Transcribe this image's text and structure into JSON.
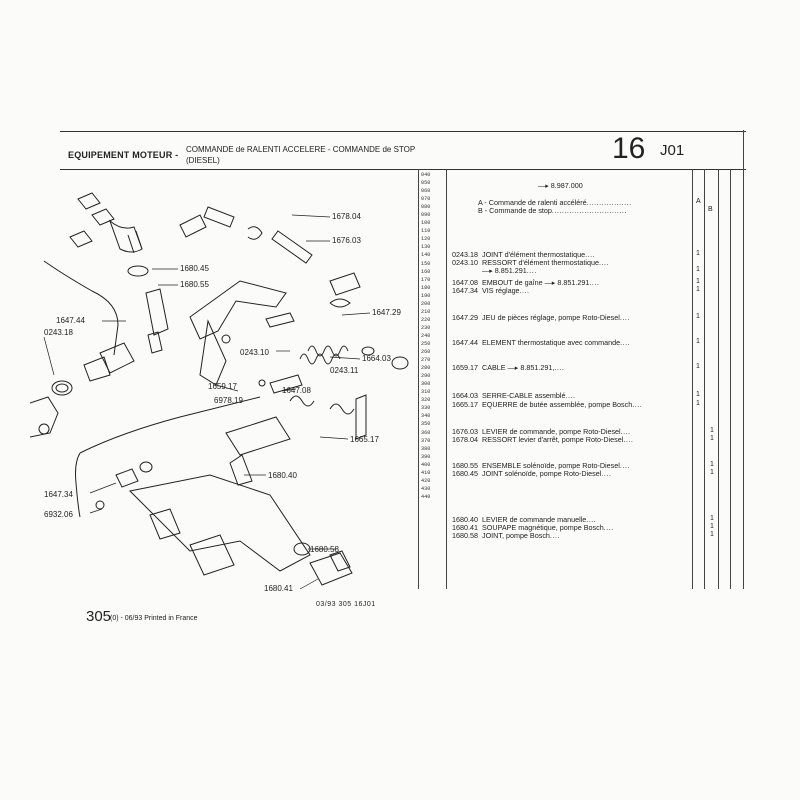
{
  "header": {
    "section": "EQUIPEMENT MOTEUR -",
    "title_line1": "COMMANDE de RALENTI ACCELERE - COMMANDE de STOP",
    "title_line2": "(DIESEL)",
    "page_number": "16",
    "page_code": "J01"
  },
  "row_numbers": [
    "040",
    "050",
    "060",
    "070",
    "080",
    "090",
    "100",
    "110",
    "120",
    "130",
    "140",
    "150",
    "160",
    "170",
    "180",
    "190",
    "200",
    "210",
    "220",
    "230",
    "240",
    "250",
    "260",
    "270",
    "280",
    "290",
    "300",
    "310",
    "320",
    "330",
    "340",
    "350",
    "360",
    "370",
    "380",
    "390",
    "400",
    "410",
    "420",
    "430",
    "440"
  ],
  "columns": {
    "a": "A",
    "b": "B"
  },
  "intro": {
    "ref_line": "8.987.000",
    "line_a": "A - Commande de ralenti accéléré",
    "line_b": "B - Commande de stop"
  },
  "parts": [
    {
      "ref": "0243.18",
      "desc": "JOINT d'élément thermostatique",
      "a": "1",
      "b": ""
    },
    {
      "ref": "0243.10",
      "desc": "RESSORT d'élément thermostatique",
      "a": "",
      "b": ""
    },
    {
      "ref": "",
      "desc": "8.851.291",
      "a": "1",
      "b": ""
    },
    {
      "ref": "1647.08",
      "desc": "EMBOUT de gaîne",
      "suffix": "8.851.291",
      "a": "1",
      "b": ""
    },
    {
      "ref": "1647.34",
      "desc": "VIS réglage",
      "a": "1",
      "b": ""
    },
    {
      "ref": "1647.29",
      "desc": "JEU de pièces réglage, pompe Roto-Diesel",
      "a": "1",
      "b": ""
    },
    {
      "ref": "1647.44",
      "desc": "ELEMENT thermostatique avec commande",
      "a": "1",
      "b": ""
    },
    {
      "ref": "1659.17",
      "desc": "CABLE",
      "suffix": "8.851.291,",
      "a": "1",
      "b": ""
    },
    {
      "ref": "1664.03",
      "desc": "SERRE-CABLE assemblé",
      "a": "1",
      "b": ""
    },
    {
      "ref": "1665.17",
      "desc": "EQUERRE de butée assemblée, pompe Bosch",
      "a": "1",
      "b": ""
    },
    {
      "ref": "1676.03",
      "desc": "LEVIER de commande, pompe Roto-Diesel",
      "a": "",
      "b": "1"
    },
    {
      "ref": "1678.04",
      "desc": "RESSORT levier d'arrêt, pompe Roto-Diesel",
      "a": "",
      "b": "1"
    },
    {
      "ref": "1680.55",
      "desc": "ENSEMBLE solénoïde, pompe Roto-Diesel",
      "a": "",
      "b": "1"
    },
    {
      "ref": "1680.45",
      "desc": "JOINT solénoïde, pompe Roto-Diesel",
      "a": "",
      "b": "1"
    },
    {
      "ref": "1680.40",
      "desc": "LEVIER de commande manuelle",
      "a": "",
      "b": "1"
    },
    {
      "ref": "1680.41",
      "desc": "SOUPAPE magnétique, pompe Bosch",
      "a": "",
      "b": "1"
    },
    {
      "ref": "1680.58",
      "desc": "JOINT, pompe Bosch",
      "a": "",
      "b": "1"
    }
  ],
  "callouts": [
    "1678.04",
    "1676.03",
    "1680.45",
    "1680.55",
    "1647.44",
    "0243.18",
    "1647.29",
    "0243.10",
    "1664.03",
    "0243.11",
    "1659.17",
    "6978.19",
    "1647.08",
    "1665.17",
    "1680.40",
    "1647.34",
    "6932.06",
    "1680.58",
    "1680.41"
  ],
  "footer": {
    "model": "305",
    "suffix": "(0) - 06/93 Printed in France",
    "ref": "03/93  305  16J01"
  }
}
